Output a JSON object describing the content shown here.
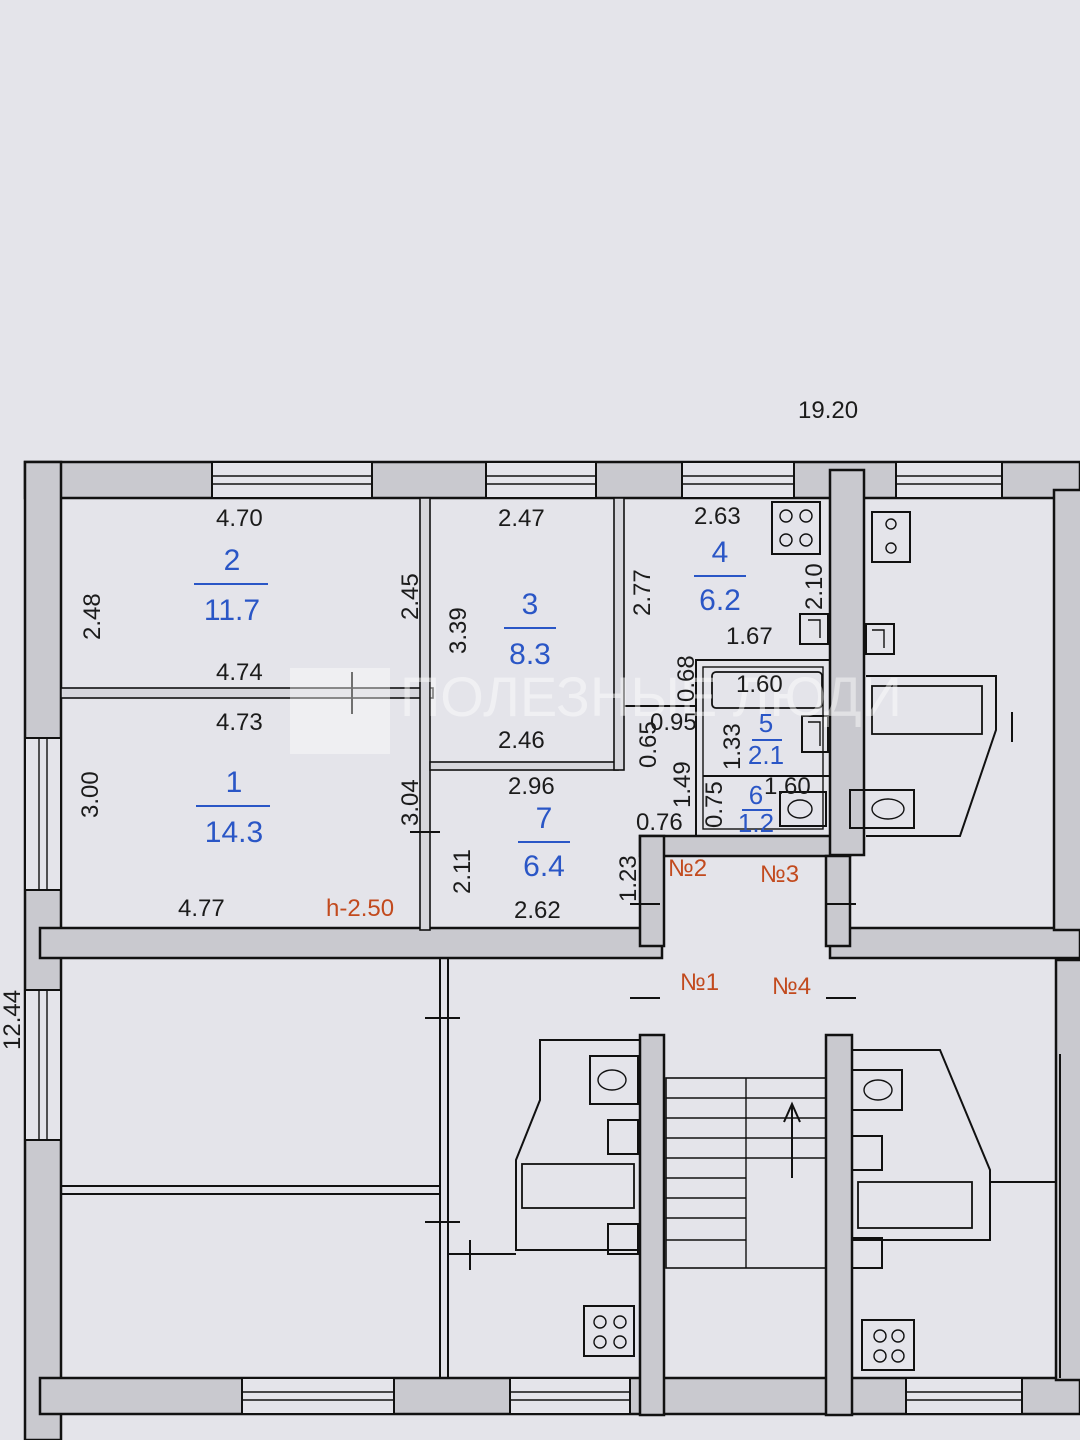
{
  "overall": {
    "width": "19.20",
    "depth": "12.44"
  },
  "ceiling_height": "h-2.50",
  "rooms": [
    {
      "number": "1",
      "area": "14.3"
    },
    {
      "number": "2",
      "area": "11.7"
    },
    {
      "number": "3",
      "area": "8.3"
    },
    {
      "number": "4",
      "area": "6.2"
    },
    {
      "number": "5",
      "area": "2.1"
    },
    {
      "number": "6",
      "area": "1.2"
    },
    {
      "number": "7",
      "area": "6.4"
    }
  ],
  "dimensions": {
    "r2_top": "4.70",
    "r2_left": "2.48",
    "r2_right": "2.45",
    "r2_bottom": "4.74",
    "r1_top": "4.73",
    "r1_left": "3.00",
    "r1_right": "3.04",
    "r1_bottom": "4.77",
    "r3_top": "2.47",
    "r3_left": "3.39",
    "r3_right": "2.77",
    "r3_bottom": "2.46",
    "r4_top": "2.63",
    "r4_right": "2.10",
    "r4_bottom": "1.67",
    "r5_top": "1.60",
    "r5_a": "0.68",
    "r5_b": "0.95",
    "r5_c": "1.33",
    "r6_a": "0.65",
    "r6_b": "1.49",
    "r6_c": "0.75",
    "r6_d": "1.60",
    "r6_e": "0.76",
    "r7_top": "2.96",
    "r7_left": "2.11",
    "r7_right": "1.23",
    "r7_bottom": "2.62"
  },
  "doors": [
    "№1",
    "№2",
    "№3",
    "№4"
  ],
  "watermark": "ПОЛЕЗНЫЕ ЛЮДИ"
}
